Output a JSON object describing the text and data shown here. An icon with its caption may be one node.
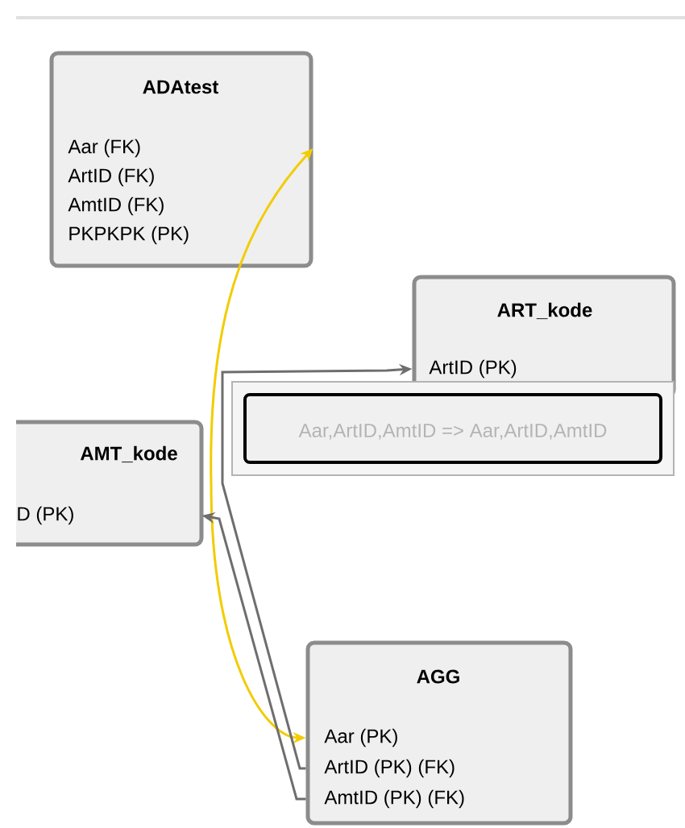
{
  "diagram": {
    "nodes": [
      {
        "text": [
          "ADAtest",
          "Aar (FK)",
          "ArtID (FK)",
          "AmtID (FK)",
          "PKPKPK (PK)"
        ]
      },
      {
        "text": [
          "ART_kode",
          "ArtID (PK)"
        ]
      },
      {
        "text": [
          "Aar,ArtID,AmtID => Aar,ArtID,AmtID"
        ]
      },
      {
        "text": [
          "AMT_kode",
          "D (PK)"
        ]
      },
      {
        "text": [
          "AGG",
          "Aar (PK)",
          "ArtID (PK) (FK)",
          "AmtID (PK) (FK)"
        ]
      }
    ],
    "edges": [
      {
        "from": 0,
        "to": 4,
        "arrow": "both",
        "color": "#f2cc00"
      },
      {
        "from": 4,
        "to": 1,
        "arrow": "to"
      },
      {
        "from": 4,
        "to": 3,
        "arrow": "to"
      }
    ]
  }
}
